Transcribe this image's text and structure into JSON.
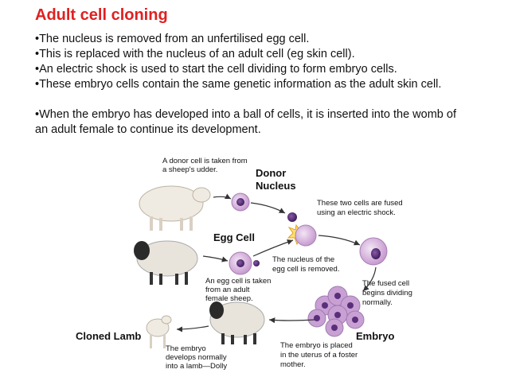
{
  "title": "Adult cell cloning",
  "bullets": [
    "•The nucleus is removed from an unfertilised egg cell.",
    "•This is replaced with the nucleus of an adult cell (eg skin cell).",
    "•An electric shock is used to start the cell dividing to form embryo cells.",
    "•These embryo cells contain the same genetic information as the adult skin cell.",
    "•When the embryo has developed into a ball of cells, it is inserted into the womb of an adult female to continue its development."
  ],
  "diagram": {
    "donor_cell_note": [
      "A donor cell is taken from",
      "a sheep's udder."
    ],
    "donor_nucleus": [
      "Donor",
      "Nucleus"
    ],
    "fused_note": [
      "These two cells are fused",
      "using an electric shock."
    ],
    "egg_cell": "Egg Cell",
    "nucleus_removed_note": [
      "The nucleus of the",
      "egg cell is removed."
    ],
    "egg_taken_note": [
      "An egg cell is taken",
      "from an adult",
      "female sheep."
    ],
    "fused_dividing_note": [
      "The fused cell",
      "begins dividing",
      "normally."
    ],
    "cloned_lamb": "Cloned Lamb",
    "embryo": "Embryo",
    "lamb_note": [
      "The embryo",
      "develops normally",
      "into a lamb—Dolly"
    ],
    "embryo_placed_note": [
      "The embryo is placed",
      "in the uterus of a foster",
      "mother."
    ]
  },
  "colors": {
    "title": "#e02020",
    "cell_fill": "#d9b8de",
    "nucleus": "#5a2f7a",
    "embryo_cell": "#c8a0d4",
    "arrow": "#333333"
  }
}
